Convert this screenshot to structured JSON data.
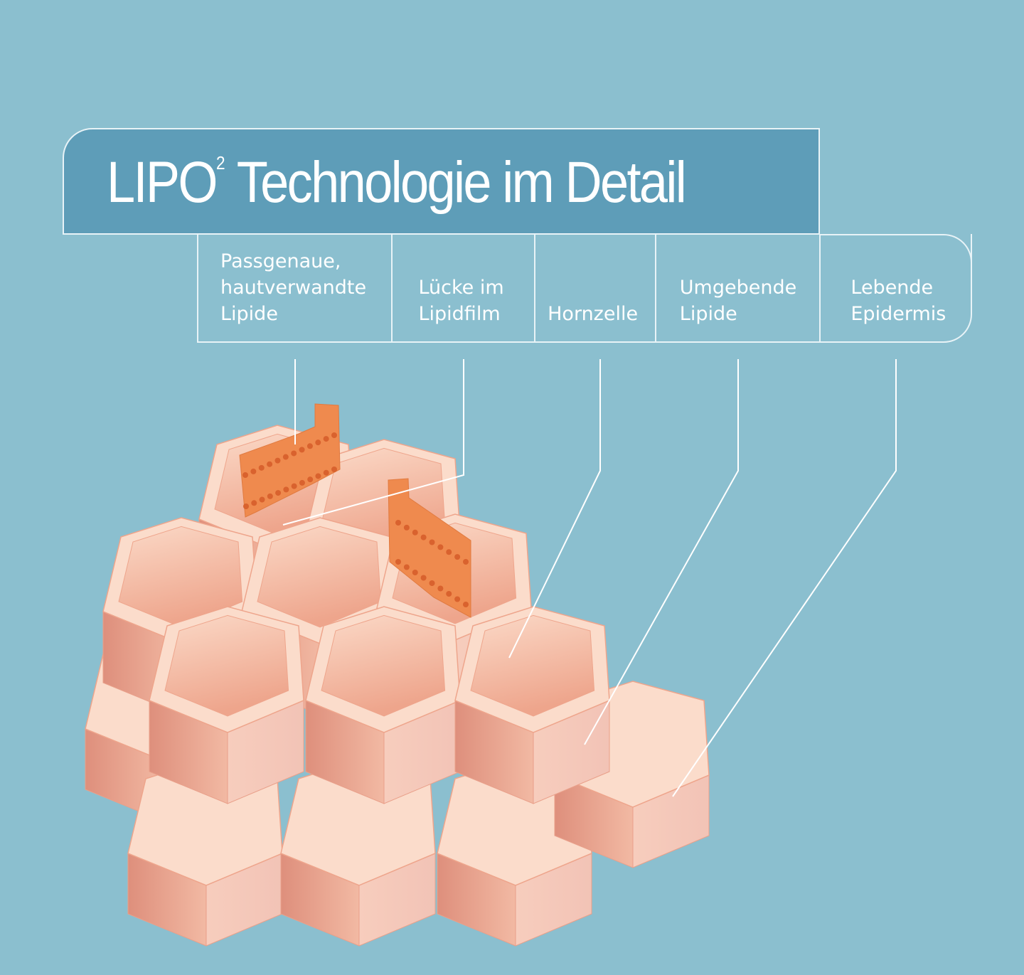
{
  "title": {
    "main": "LIPO",
    "superscript": "2",
    "rest": " Technologie im Detail"
  },
  "labels": [
    {
      "id": "passgenaue-lipide",
      "text": "Passgenaue,\nhautverwandte\nLipide"
    },
    {
      "id": "luecke-im-lipidfilm",
      "text": "Lücke im\nLipidfilm"
    },
    {
      "id": "hornzelle",
      "text": "Hornzelle"
    },
    {
      "id": "umgebende-lipide",
      "text": "Umgebende\nLipide"
    },
    {
      "id": "lebende-epidermis",
      "text": "Lebende\nEpidermis"
    }
  ],
  "colors": {
    "background": "#8bbfcf",
    "title_box": "#5e9db8",
    "lipid": "#ef8a4e",
    "cell_light": "#fbdccb",
    "cell_mid": "#f0b49c",
    "cell_dark": "#d98a78"
  }
}
